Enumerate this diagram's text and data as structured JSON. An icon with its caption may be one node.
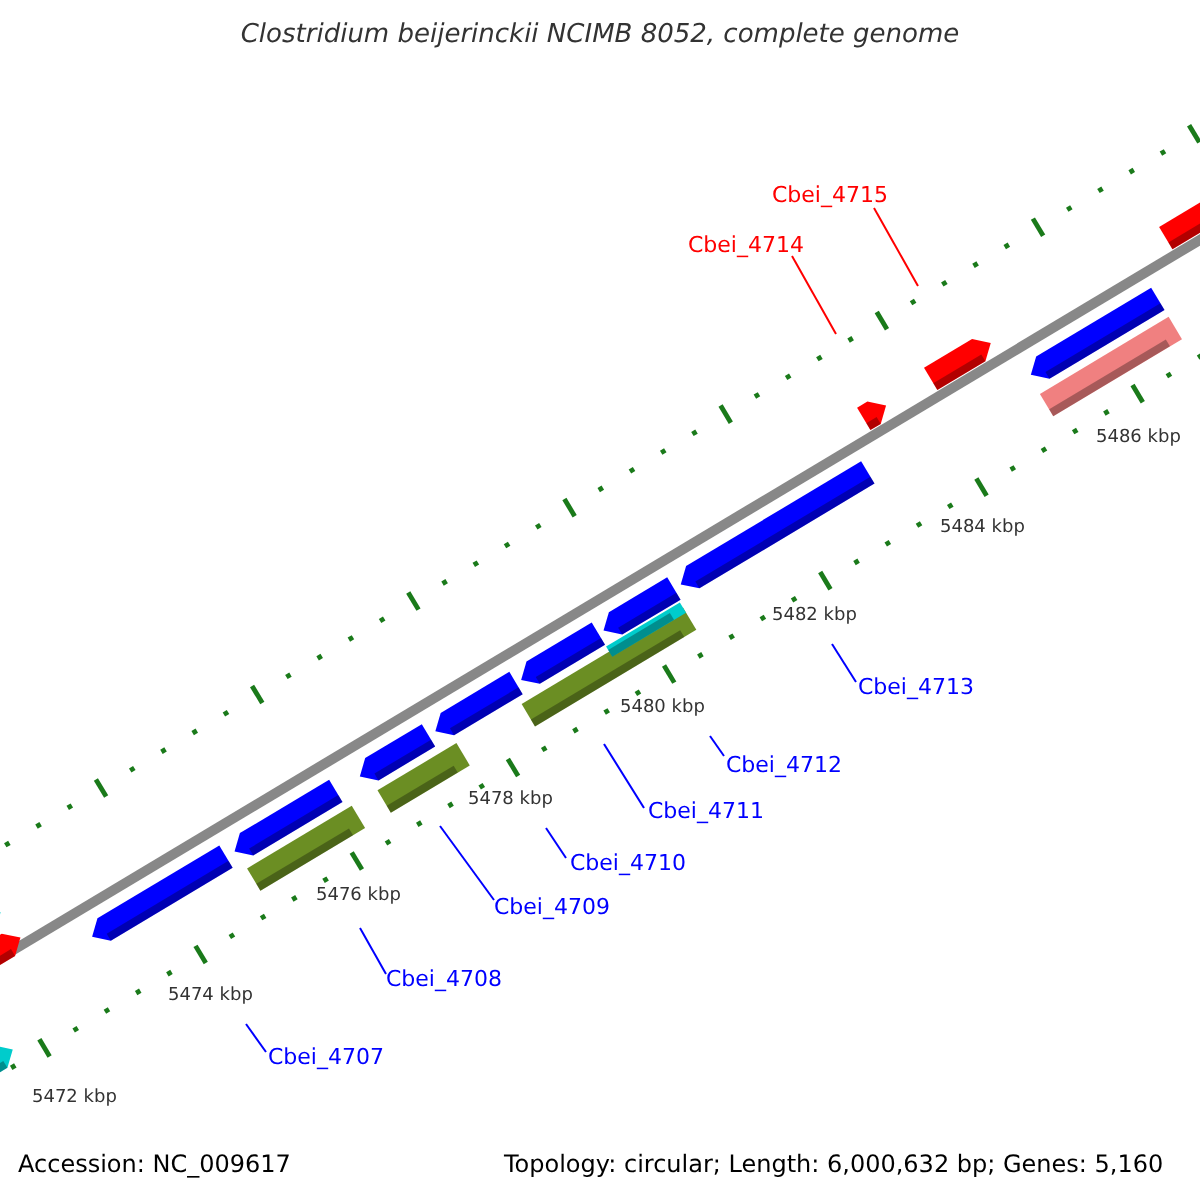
{
  "diagram": {
    "title": "Clostridium beijerinckii NCIMB 8052, complete genome",
    "nodes": [
      {
        "text": [
          "Cbei_4715"
        ]
      },
      {
        "text": [
          "Cbei_4714"
        ]
      },
      {
        "text": [
          "Cbei_4713"
        ]
      },
      {
        "text": [
          "Cbei_4712"
        ]
      },
      {
        "text": [
          "Cbei_4711"
        ]
      },
      {
        "text": [
          "Cbei_4710"
        ]
      },
      {
        "text": [
          "Cbei_4709"
        ]
      },
      {
        "text": [
          "Cbei_4708"
        ]
      },
      {
        "text": [
          "Cbei_4707"
        ]
      }
    ],
    "edges": [
      {
        "from": 0,
        "to": null,
        "arrow": "none",
        "color": "#ff0000"
      },
      {
        "from": 1,
        "to": null,
        "arrow": "none",
        "color": "#ff0000"
      },
      {
        "from": 2,
        "to": null,
        "arrow": "none"
      },
      {
        "from": 3,
        "to": null,
        "arrow": "none"
      },
      {
        "from": 4,
        "to": null,
        "arrow": "none"
      },
      {
        "from": 5,
        "to": null,
        "arrow": "none"
      },
      {
        "from": 6,
        "to": null,
        "arrow": "none"
      },
      {
        "from": 7,
        "to": null,
        "arrow": "none"
      },
      {
        "from": 8,
        "to": null,
        "arrow": "none"
      }
    ],
    "labels": [
      "5486 kbp",
      "5484 kbp",
      "5482 kbp",
      "5480 kbp",
      "5478 kbp",
      "5476 kbp",
      "5474 kbp",
      "5472 kbp",
      "Accession: NC_009617",
      "Topology: circular; Length: 6,000,632 bp; Genes: 5,160"
    ]
  }
}
